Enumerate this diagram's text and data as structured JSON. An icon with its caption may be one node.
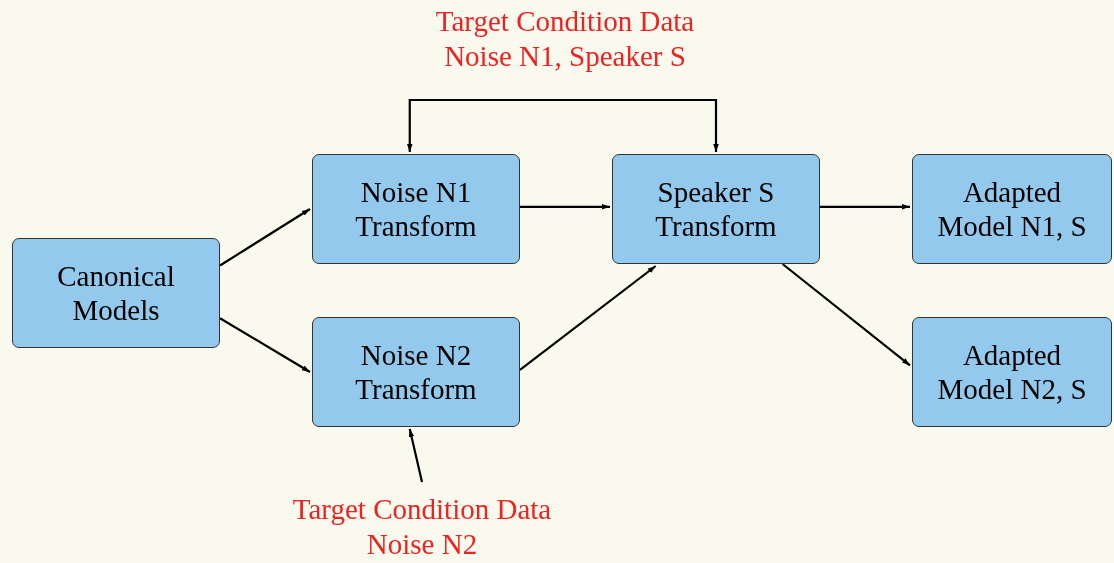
{
  "diagram": {
    "nodes": [
      {
        "text": [
          "Canonical Models"
        ]
      },
      {
        "text": [
          "Noise N1 Transform"
        ]
      },
      {
        "text": [
          "Noise N2 Transform"
        ]
      },
      {
        "text": [
          "Speaker S Transform"
        ]
      },
      {
        "text": [
          "Adapted Model N1, S"
        ]
      },
      {
        "text": [
          "Adapted Model N2, S"
        ]
      },
      {
        "text": [
          "Target Condition Data Noise N1, Speaker S"
        ]
      },
      {
        "text": [
          "Target Condition Data Noise N2"
        ]
      }
    ],
    "edges": [
      {
        "from": 0,
        "to": 1,
        "arrow": "to"
      },
      {
        "from": 0,
        "to": 2,
        "arrow": "to"
      },
      {
        "from": 1,
        "to": 3,
        "arrow": "to"
      },
      {
        "from": 2,
        "to": 3,
        "arrow": "to"
      },
      {
        "from": 3,
        "to": 4,
        "arrow": "to"
      },
      {
        "from": 3,
        "to": 5,
        "arrow": "to"
      },
      {
        "from": 6,
        "to": 1,
        "arrow": "to"
      },
      {
        "from": 6,
        "to": 3,
        "arrow": "to"
      },
      {
        "from": 7,
        "to": 2,
        "arrow": "to"
      }
    ]
  }
}
